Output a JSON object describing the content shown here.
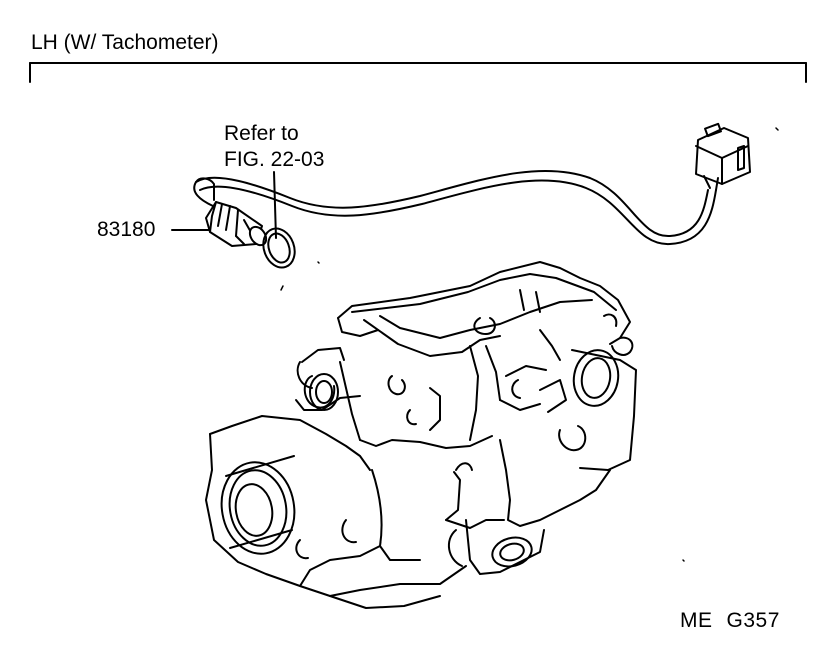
{
  "diagram": {
    "title": "LH (W/ Tachometer)",
    "reference": {
      "line1": "Refer to",
      "line2": "FIG. 22-03"
    },
    "part_number": "83180",
    "figure_code": {
      "prefix": "ME",
      "code": "G357"
    },
    "line_color": "#000000",
    "background_color": "#ffffff"
  }
}
